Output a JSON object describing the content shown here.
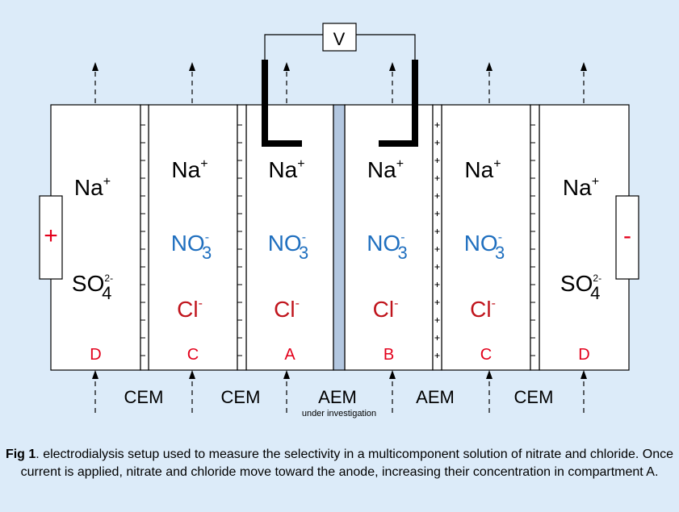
{
  "voltmeter_label": "V",
  "anode_sign": "+",
  "cathode_sign": "-",
  "compartments": [
    {
      "cation": "Na",
      "cation_charge": "+",
      "anion1": "",
      "anion1_charge": "",
      "anion1_sub": "",
      "anion2": "SO",
      "anion2_sub": "4",
      "anion2_charge": "2-",
      "anion2_color": "black",
      "label": "D"
    },
    {
      "cation": "Na",
      "cation_charge": "+",
      "anion1": "NO",
      "anion1_sub": "3",
      "anion1_charge": "-",
      "anion2": "Cl",
      "anion2_sub": "",
      "anion2_charge": "-",
      "anion2_color": "red",
      "label": "C"
    },
    {
      "cation": "Na",
      "cation_charge": "+",
      "anion1": "NO",
      "anion1_sub": "3",
      "anion1_charge": "-",
      "anion2": "Cl",
      "anion2_sub": "",
      "anion2_charge": "-",
      "anion2_color": "red",
      "label": "A"
    },
    {
      "cation": "Na",
      "cation_charge": "+",
      "anion1": "NO",
      "anion1_sub": "3",
      "anion1_charge": "-",
      "anion2": "Cl",
      "anion2_sub": "",
      "anion2_charge": "-",
      "anion2_color": "red",
      "label": "B"
    },
    {
      "cation": "Na",
      "cation_charge": "+",
      "anion1": "NO",
      "anion1_sub": "3",
      "anion1_charge": "-",
      "anion2": "Cl",
      "anion2_sub": "",
      "anion2_charge": "-",
      "anion2_color": "red",
      "label": "C"
    },
    {
      "cation": "Na",
      "cation_charge": "+",
      "anion1": "",
      "anion1_sub": "",
      "anion1_charge": "",
      "anion2": "SO",
      "anion2_sub": "4",
      "anion2_charge": "2-",
      "anion2_color": "black",
      "label": "D"
    }
  ],
  "membranes": [
    {
      "label": "CEM",
      "type": "cation",
      "sublabel": ""
    },
    {
      "label": "CEM",
      "type": "cation",
      "sublabel": ""
    },
    {
      "label": "AEM",
      "type": "investigated",
      "sublabel": "under investigation"
    },
    {
      "label": "AEM",
      "type": "anion",
      "sublabel": ""
    },
    {
      "label": "CEM",
      "type": "cation",
      "sublabel": ""
    }
  ],
  "caption": {
    "bold": "Fig 1",
    "text": ". electrodialysis setup used to measure the selectivity in a multicomponent solution of nitrate and chloride. Once current is applied, nitrate and chloride move toward the anode, increasing their concentration in compartment A."
  },
  "colors": {
    "background": "#dcebf9",
    "blue_ion": "#1f6fbf",
    "red_ion": "#c0141c",
    "label_red": "#e3001b",
    "investigated_membrane": "#b3c7e0"
  }
}
